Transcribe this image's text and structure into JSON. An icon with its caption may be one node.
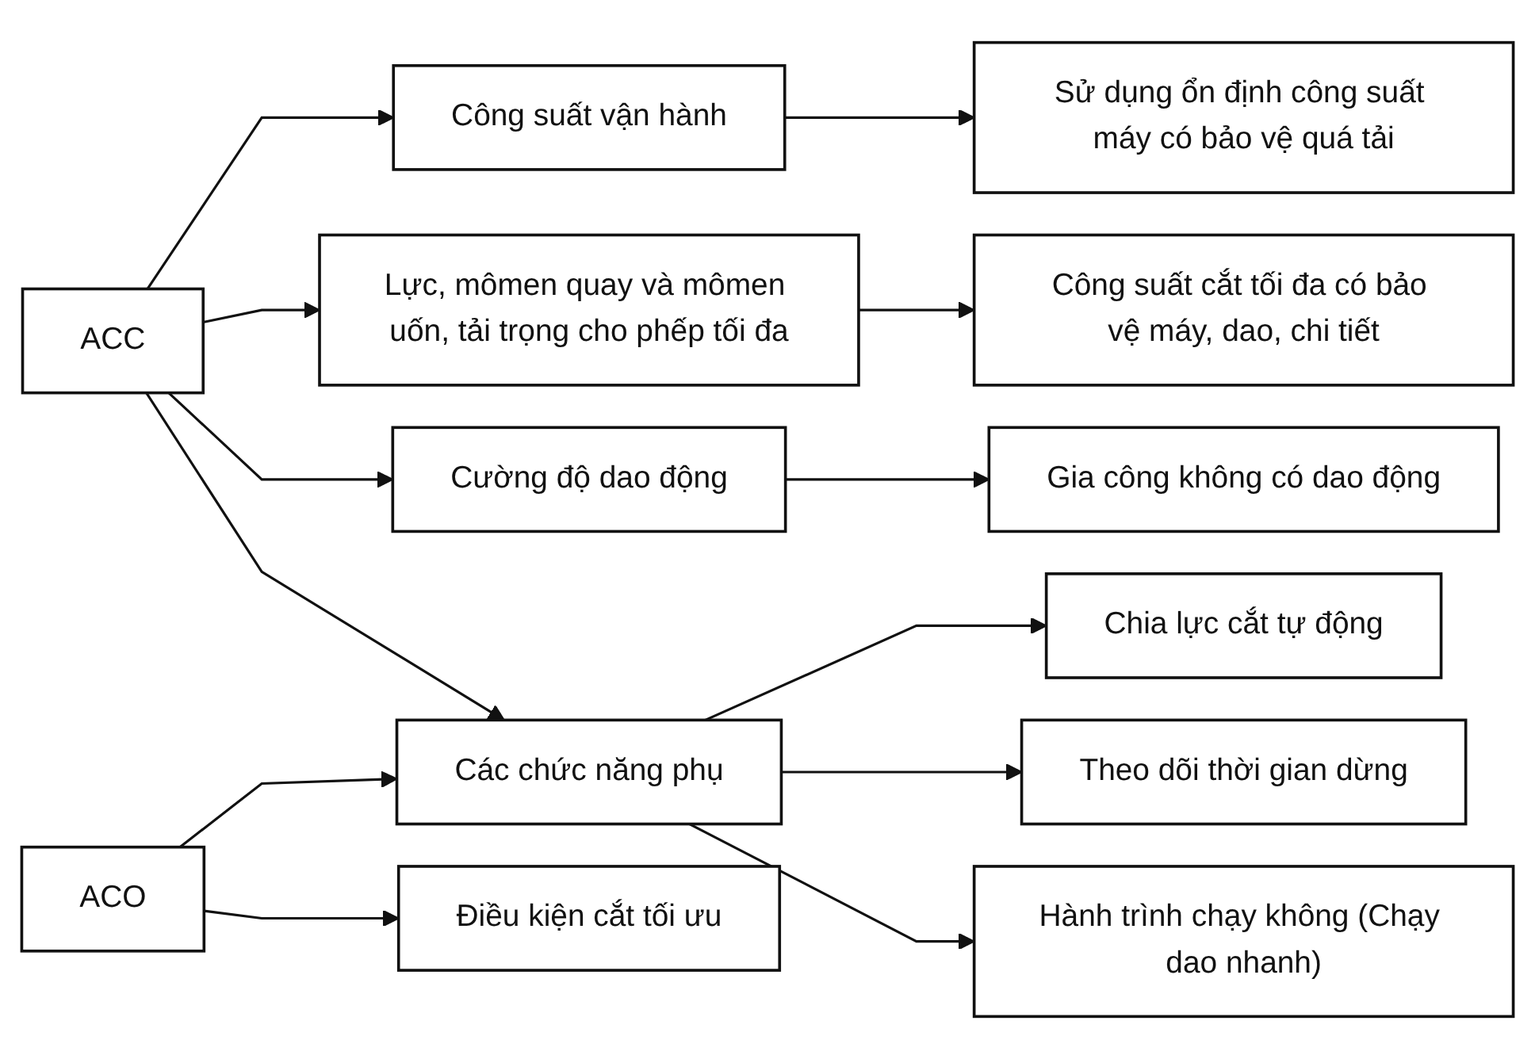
{
  "diagram": {
    "nodes": [
      {
        "text": [
          "ACC"
        ]
      },
      {
        "text": [
          "Công suất vận hành"
        ]
      },
      {
        "text": [
          "Sử dụng ổn định công suất máy có bảo vệ quá tải"
        ]
      },
      {
        "text": [
          "Lực, mômen quay và mômen uốn, tải trọng cho phếp tối đa"
        ]
      },
      {
        "text": [
          "Công suất cắt tối đa có bảo vệ máy, dao, chi tiết"
        ]
      },
      {
        "text": [
          "Cường độ dao động"
        ]
      },
      {
        "text": [
          "Gia công không có dao động"
        ]
      },
      {
        "text": [
          "Các chức năng phụ"
        ]
      },
      {
        "text": [
          "Chia lực cắt tự động"
        ]
      },
      {
        "text": [
          "Theo dõi thời gian dừng"
        ]
      },
      {
        "text": [
          "Hành trình chạy không (Chạy dao nhanh)"
        ]
      },
      {
        "text": [
          "ACO"
        ]
      },
      {
        "text": [
          "Điều kiện cắt tối ưu"
        ]
      }
    ],
    "edges": [
      {
        "from": 0,
        "to": 1,
        "arrow": "to"
      },
      {
        "from": 0,
        "to": 3,
        "arrow": "to"
      },
      {
        "from": 0,
        "to": 5,
        "arrow": "to"
      },
      {
        "from": 0,
        "to": 7,
        "arrow": "to"
      },
      {
        "from": 1,
        "to": 2,
        "arrow": "to"
      },
      {
        "from": 3,
        "to": 4,
        "arrow": "to"
      },
      {
        "from": 5,
        "to": 6,
        "arrow": "to"
      },
      {
        "from": 7,
        "to": 8,
        "arrow": "to"
      },
      {
        "from": 7,
        "to": 9,
        "arrow": "to"
      },
      {
        "from": 7,
        "to": 10,
        "arrow": "to"
      },
      {
        "from": 11,
        "to": 7,
        "arrow": "to"
      },
      {
        "from": 11,
        "to": 12,
        "arrow": "to"
      }
    ]
  }
}
